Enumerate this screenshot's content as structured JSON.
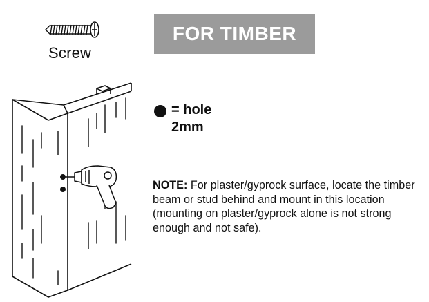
{
  "screw": {
    "label": "Screw",
    "icon": "screw-icon"
  },
  "banner": {
    "text": "FOR TIMBER",
    "background": "#9b9b9b",
    "text_color": "#ffffff"
  },
  "legend": {
    "symbol": "filled-circle",
    "line1": "= hole",
    "line2": "2mm"
  },
  "note": {
    "label": "NOTE:",
    "text": "For plaster/gyprock surface, locate the timber beam or stud behind and mount in this location (mounting on plaster/gyprock alone is not strong enough and not safe)."
  },
  "illustration": {
    "subject": "drill-boring-holes-in-timber-corner",
    "icon": "drill-icon"
  }
}
